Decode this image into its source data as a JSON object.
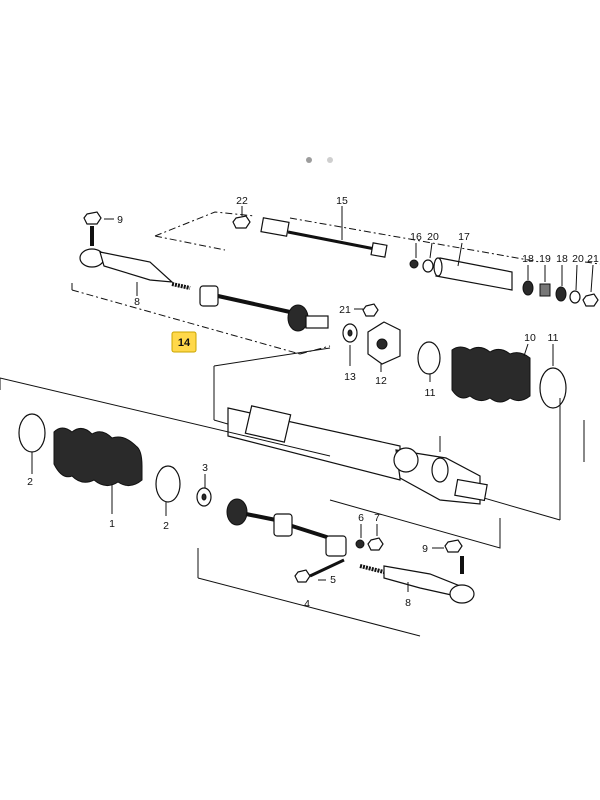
{
  "pager": {
    "count": 2,
    "active": 0
  },
  "highlight": {
    "text": "14"
  },
  "labels": {
    "l22": "22",
    "l15": "15",
    "l16": "16",
    "l20a": "20",
    "l17": "17",
    "l18a": "18",
    "l19": "19",
    "l18b": "18",
    "l20b": "20",
    "l21b": "21",
    "l9a": "9",
    "l8a": "8",
    "l21a": "21",
    "l13": "13",
    "l12": "12",
    "l11a": "11",
    "l10": "10",
    "l11b": "11",
    "l2a": "2",
    "l1": "1",
    "l2b": "2",
    "l3": "3",
    "l6": "6",
    "l7": "7",
    "l9b": "9",
    "l5": "5",
    "l4": "4",
    "l8b": "8"
  }
}
